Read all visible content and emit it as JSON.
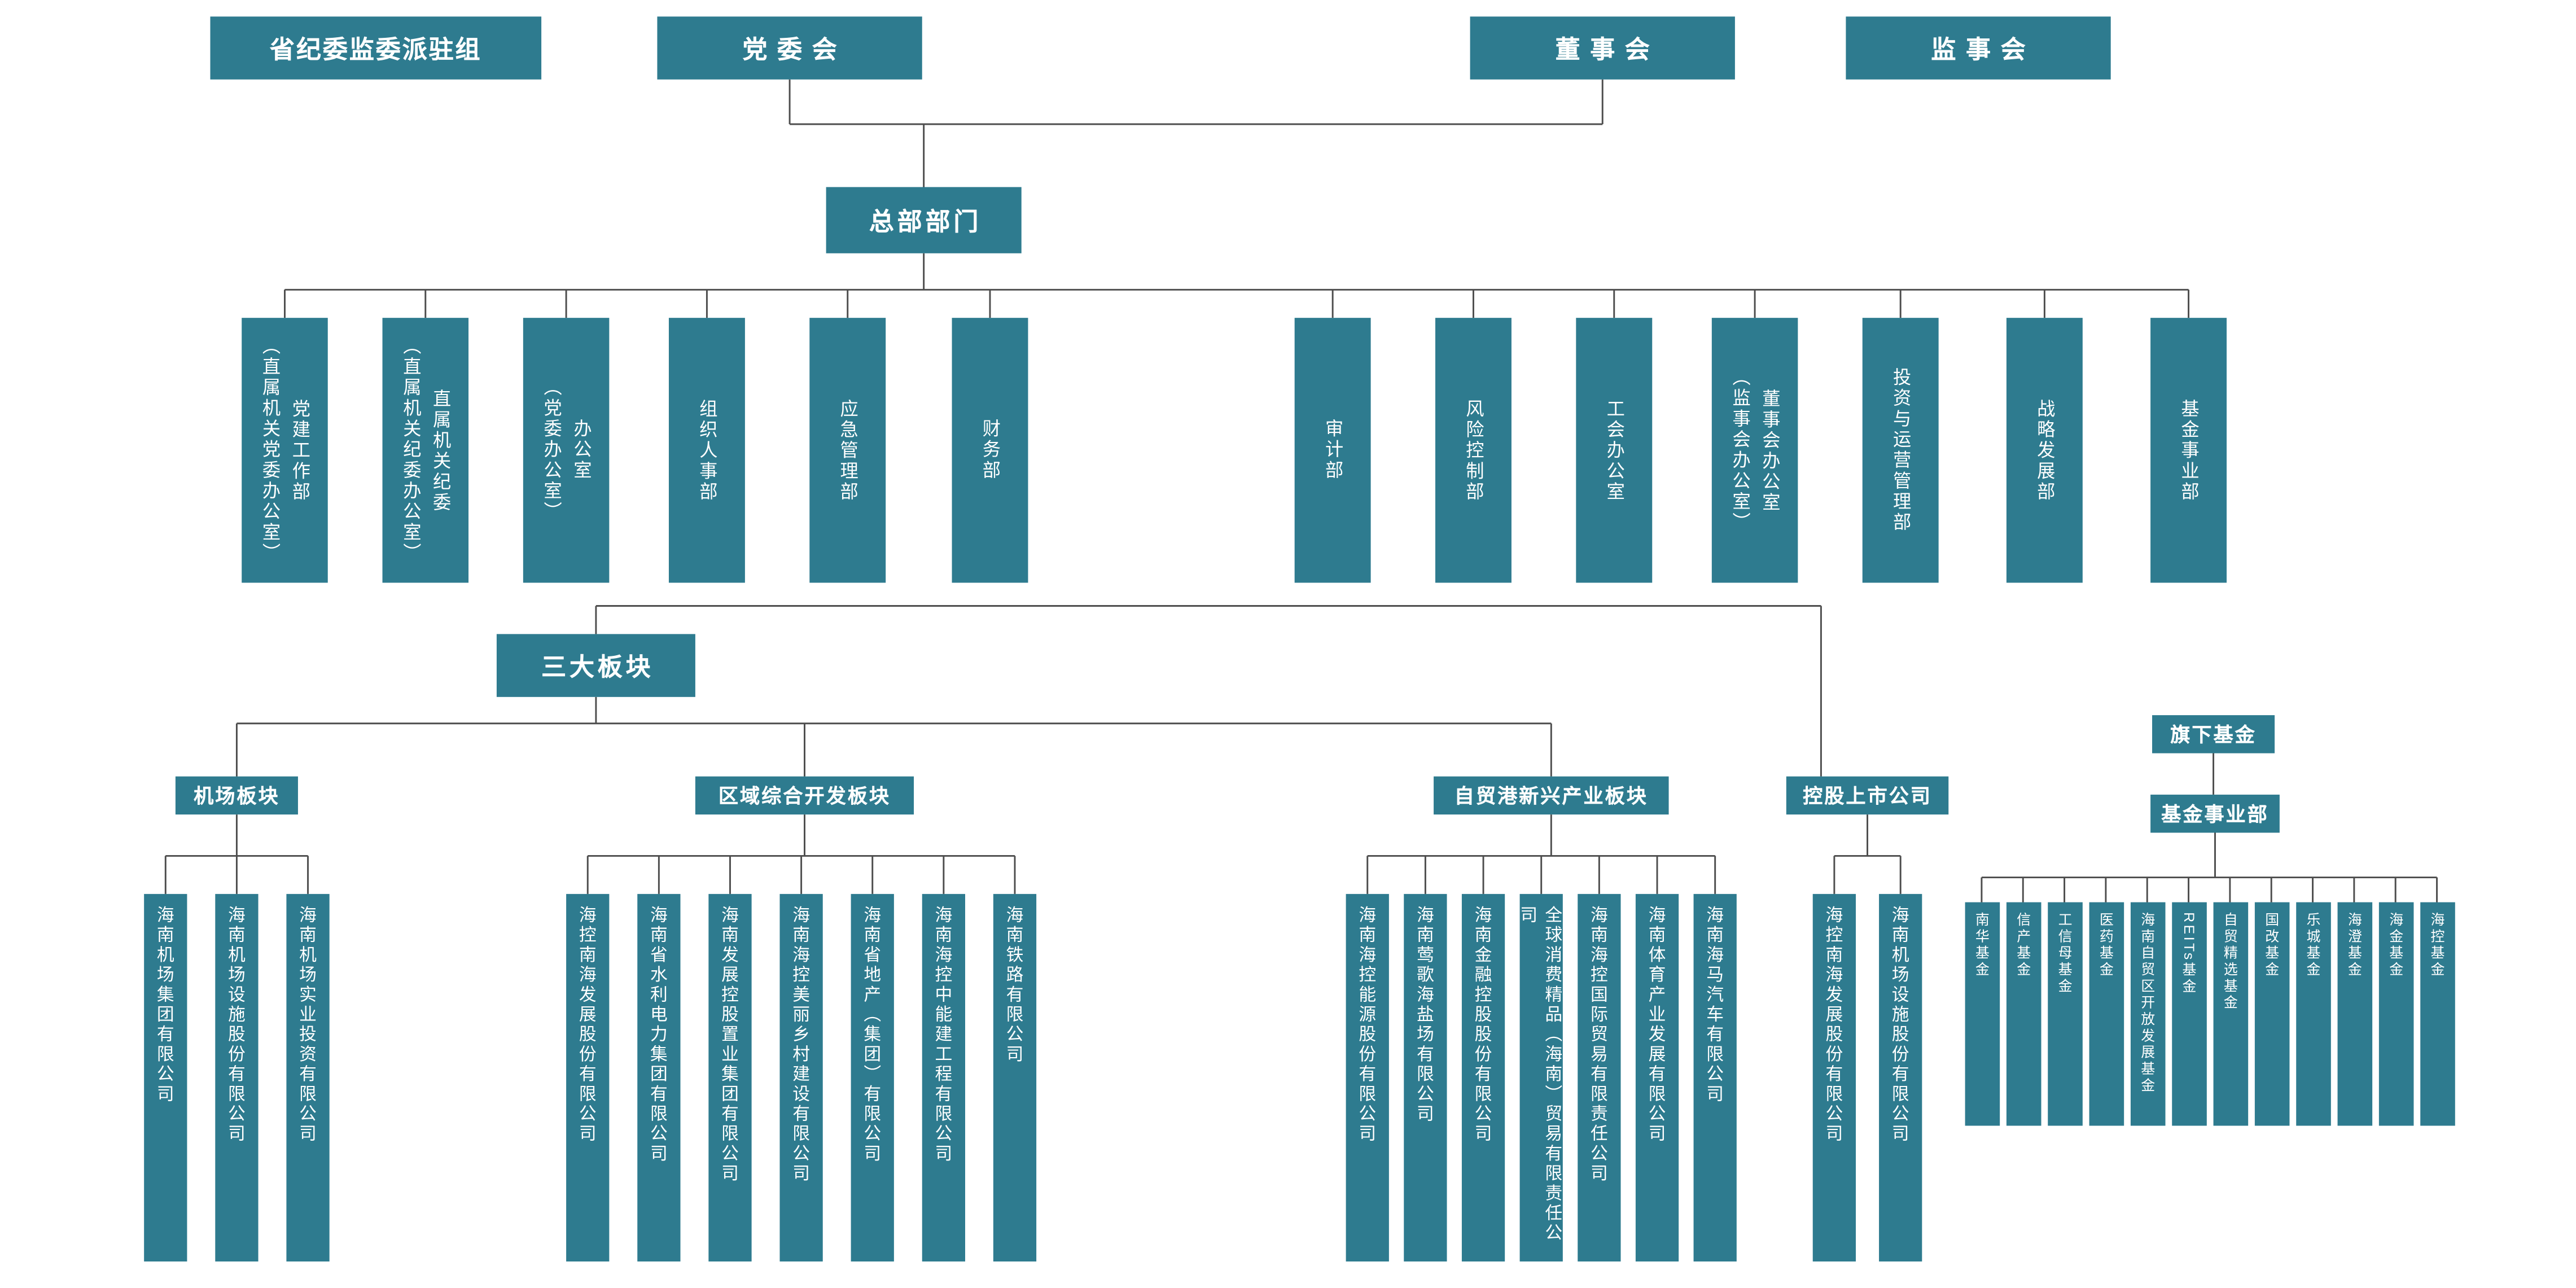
{
  "colors": {
    "box": "#2e7b8f",
    "line": "#4d4d4d",
    "text": "#ffffff"
  },
  "top": {
    "inspection_group": "省纪委监委派驻组",
    "party_committee": "党委会",
    "board_of_directors": "董事会",
    "supervisory_board": "监事会"
  },
  "hq_header": "总部部门",
  "departments": [
    {
      "name": "党建工作部",
      "paren": "（直属机关党委办公室）"
    },
    {
      "name": "直属机关纪委",
      "paren": "（直属机关纪委办公室）"
    },
    {
      "name": "办公室",
      "paren": "（党委办公室）"
    },
    {
      "name": "组织人事部"
    },
    {
      "name": "应急管理部"
    },
    {
      "name": "财务部"
    },
    {
      "name": "审计部"
    },
    {
      "name": "风险控制部"
    },
    {
      "name": "工会办公室"
    },
    {
      "name": "董事会办公室",
      "paren": "（监事会办公室）"
    },
    {
      "name": "投资与运营管理部"
    },
    {
      "name": "战略发展部"
    },
    {
      "name": "基金事业部"
    }
  ],
  "sectors_header": "三大板块",
  "sectors": {
    "airport": {
      "label": "机场板块",
      "companies": [
        "海南机场集团有限公司",
        "海南机场设施股份有限公司",
        "海南机场实业投资有限公司"
      ]
    },
    "regional": {
      "label": "区域综合开发板块",
      "companies": [
        "海控南海发展股份有限公司",
        "海南省水利电力集团有限公司",
        "海南发展控股置业集团有限公司",
        "海南海控美丽乡村建设有限公司",
        "海南省地产（集团）有限公司",
        "海南海控中能建工程有限公司",
        "海南铁路有限公司"
      ]
    },
    "ftz": {
      "label": "自贸港新兴产业板块",
      "companies": [
        "海南海控能源股份有限公司",
        "海南莺歌海盐场有限公司",
        "海南金融控股股份有限公司",
        "全球消费精品（海南）贸易有限责任公司",
        "海南海控国际贸易有限责任公司",
        "海南体育产业发展有限公司",
        "海南海马汽车有限公司"
      ]
    },
    "listed": {
      "label": "控股上市公司",
      "companies": [
        "海控南海发展股份有限公司",
        "海南机场设施股份有限公司"
      ]
    }
  },
  "funds": {
    "header": "旗下基金",
    "division": "基金事业部",
    "items": [
      "南华基金",
      "信产基金",
      "工信母基金",
      "医药基金",
      "海南自贸区开放发展基金",
      "REITs基金",
      "自贸精选基金",
      "国改基金",
      "乐城基金",
      "海澄基金",
      "海金基金",
      "海控基金"
    ]
  }
}
